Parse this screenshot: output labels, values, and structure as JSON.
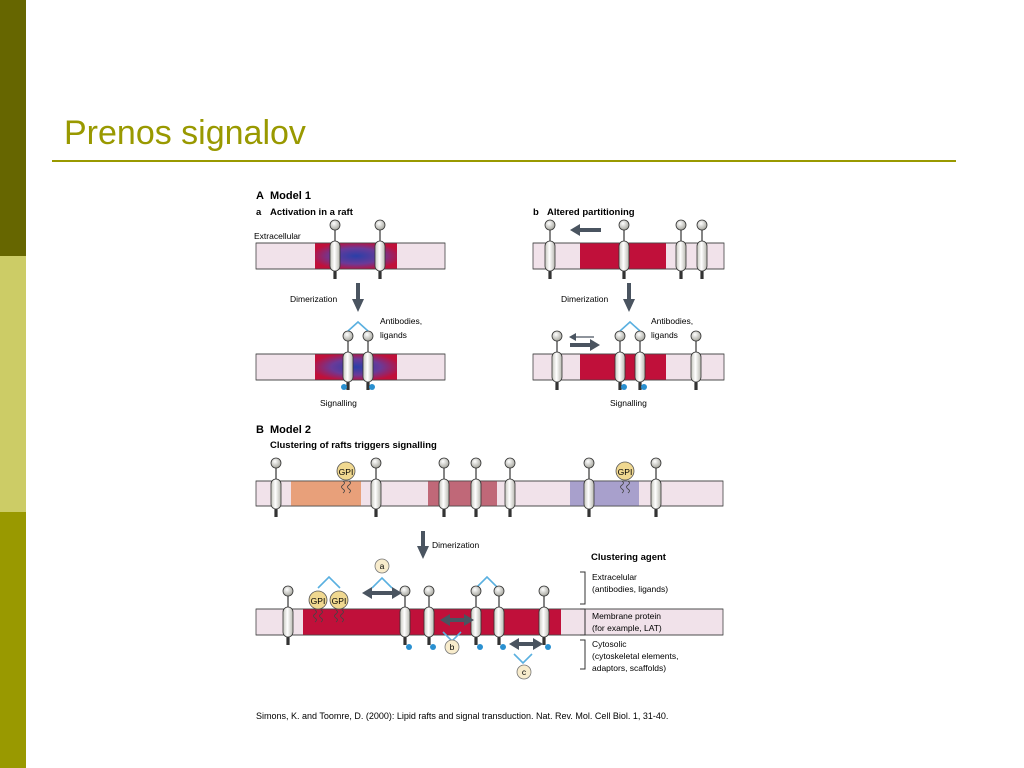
{
  "slide": {
    "title": "Prenos signalov",
    "citation": "Simons, K. and Toomre, D. (2000): Lipid rafts and signal transduction. Nat. Rev. Mol. Cell Biol. 1, 31-40."
  },
  "colors": {
    "sidebar_top": "#666600",
    "sidebar_mid": "#cccc66",
    "sidebar_bottom": "#999900",
    "title": "#999900",
    "membrane": "#f1e2ea",
    "raft": "#c0103a",
    "raft_orange": "#e8a07a",
    "raft_rose": "#c06878",
    "raft_lilac": "#a8a0cc",
    "ligand": "#5ab0e0",
    "arrow": "#4a5460",
    "gpi": "#f0d890"
  },
  "figure": {
    "model1": {
      "letter": "A",
      "heading": "Model 1",
      "a_letter": "a",
      "a_heading": "Activation in a raft",
      "b_letter": "b",
      "b_heading": "Altered partitioning",
      "extracellular": "Extracellular",
      "dimerization": "Dimerization",
      "antibodies_1": "Antibodies,",
      "antibodies_2": "ligands",
      "signalling": "Signalling"
    },
    "model2": {
      "letter": "B",
      "heading": "Model 2",
      "subheading": "Clustering of rafts triggers signalling",
      "gpi": "GPI",
      "dimerization": "Dimerization",
      "clustering_agent": "Clustering agent",
      "extracellular_1": "Extracelular",
      "extracellular_2": "(antibodies, ligands)",
      "membrane_1": "Membrane protein",
      "membrane_2": "(for example, LAT)",
      "cytosolic_1": "Cytosolic",
      "cytosolic_2": "(cytoskeletal elements,",
      "cytosolic_3": "adaptors, scaffolds)",
      "label_a": "a",
      "label_b": "b",
      "label_c": "c"
    }
  }
}
